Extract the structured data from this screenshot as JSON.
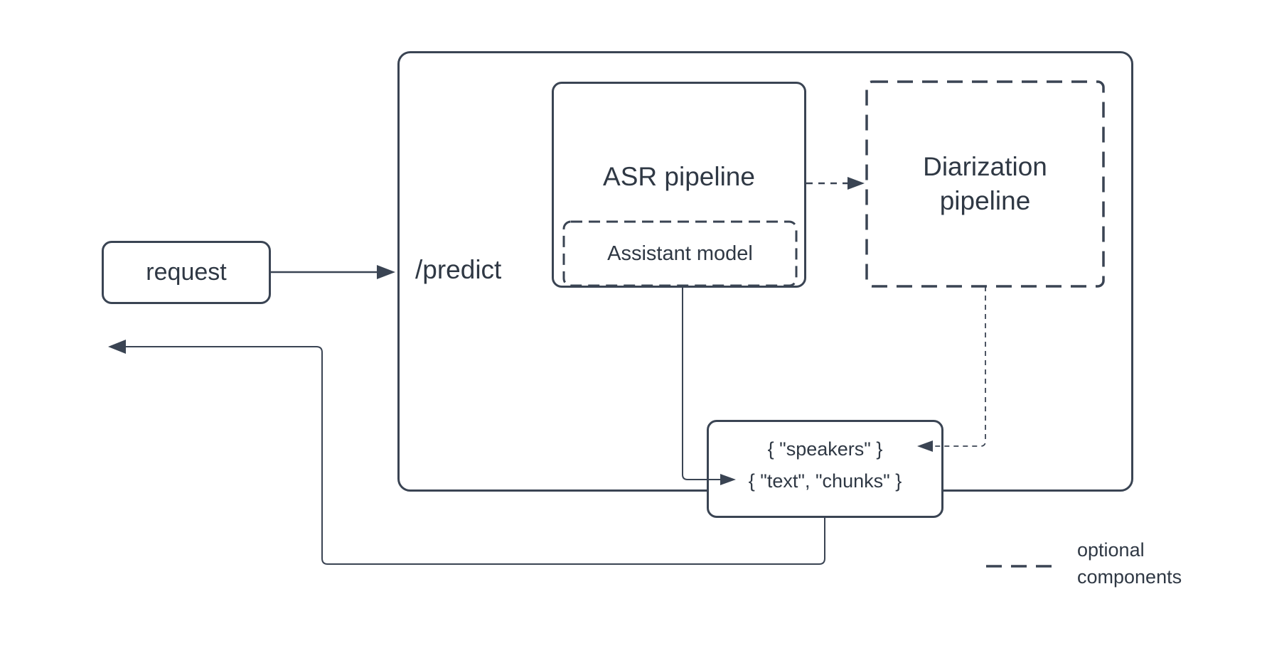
{
  "diagram": {
    "request_label": "request",
    "predict_label": "/predict",
    "asr_pipeline_label": "ASR pipeline",
    "assistant_model_label": "Assistant model",
    "diarization_pipeline_label": "Diarization pipeline",
    "output": {
      "speakers_line": "{ \"speakers\" }",
      "text_chunks_line": "{ \"text\", \"chunks\" }"
    },
    "legend_label": "optional components",
    "colors": {
      "stroke": "#3a4453",
      "text": "#2f3844",
      "background": "#ffffff"
    }
  }
}
